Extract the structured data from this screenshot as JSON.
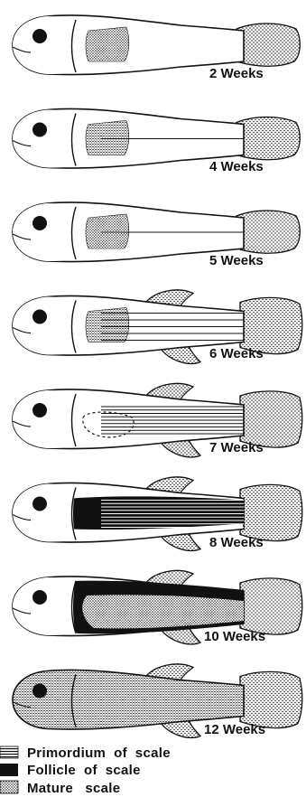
{
  "stages": [
    {
      "label": "2 Weeks",
      "fins": false,
      "stripes": 0,
      "follicle": "none",
      "mature": "patch",
      "outline": false
    },
    {
      "label": "4 Weeks",
      "fins": false,
      "stripes": 1,
      "follicle": "none",
      "mature": "patch",
      "outline": false
    },
    {
      "label": "5 Weeks",
      "fins": false,
      "stripes": 1,
      "follicle": "none",
      "mature": "patch",
      "outline": false
    },
    {
      "label": "6 Weeks",
      "fins": true,
      "stripes": 5,
      "follicle": "none",
      "mature": "patch",
      "outline": false
    },
    {
      "label": "7 Weeks",
      "fins": true,
      "stripes": 9,
      "follicle": "none",
      "mature": "none",
      "outline": true
    },
    {
      "label": "8 Weeks",
      "fins": true,
      "stripes": 9,
      "follicle": "band",
      "mature": "none",
      "outline": false
    },
    {
      "label": "10 Weeks",
      "fins": true,
      "stripes": 0,
      "follicle": "wide",
      "mature": "body",
      "outline": false
    },
    {
      "label": "12 Weeks",
      "fins": true,
      "stripes": 0,
      "follicle": "none",
      "mature": "full",
      "outline": false
    }
  ],
  "legend": [
    {
      "key": "primordium",
      "label": "Primordium  of  scale"
    },
    {
      "key": "follicle",
      "label": "Follicle  of  scale"
    },
    {
      "key": "mature",
      "label": "Mature   scale"
    }
  ]
}
